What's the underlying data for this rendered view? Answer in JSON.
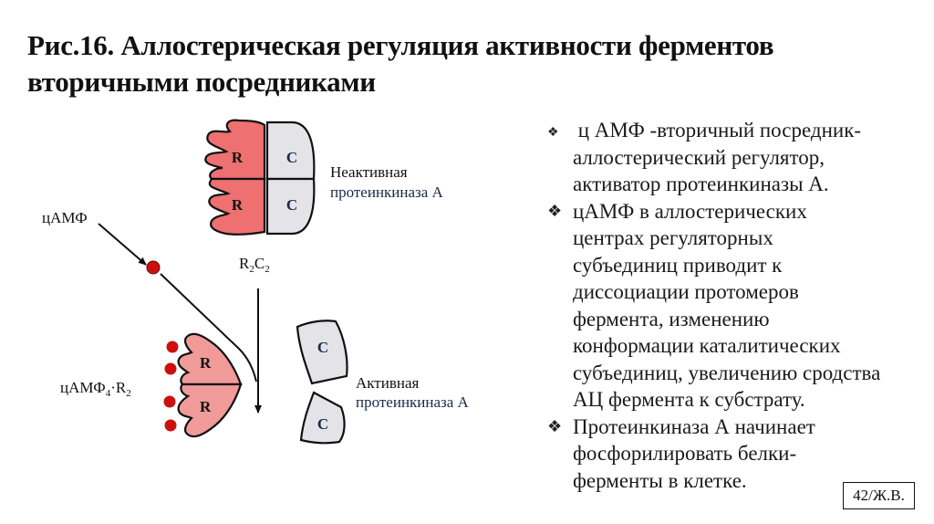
{
  "title": {
    "line1": "Рис.16. Аллостерическая регуляция активности ферментов",
    "line2": "вторичными посредниками"
  },
  "diagram": {
    "colors": {
      "regulatory": "#ee7070",
      "regulatory_active": "#f09a9a",
      "catalytic": "#e4e4e8",
      "camp_dot": "#cc1010",
      "label_dark": "#1a2a4a"
    },
    "subunit_r": "R",
    "subunit_c": "C",
    "inactive_label": {
      "line1": "Неактивная",
      "line2": "протеинкиназа А"
    },
    "active_label": {
      "line1": "Активная",
      "line2": "протеинкиназа А"
    },
    "camp_label": "цАМФ",
    "r2c2_label": {
      "base1": "R",
      "sub1": "2",
      "base2": "C",
      "sub2": "2"
    },
    "complex_label": {
      "base1": "цАМФ",
      "sub1": "4",
      "sep": "·",
      "base2": "R",
      "sub2": "2"
    }
  },
  "bullets": [
    {
      "icon": "diamond-bullet-icon",
      "lines": [
        " ц АМФ -вторичный посредник-",
        "аллостерический регулятор,",
        "активатор протеинкиназы А."
      ]
    },
    {
      "icon": "diamond-bullet-icon",
      "lines": [
        "цАМФ в аллостерических",
        "центрах регуляторных",
        "субъединиц приводит к",
        "диссоциации протомеров",
        "фермента, изменению",
        "конформации каталитических",
        "субъединиц, увеличению сродства",
        "АЦ фермента к субстрату."
      ]
    },
    {
      "icon": "diamond-bullet-icon",
      "lines": [
        "Протеинкиназа А начинает",
        "фосфорилировать белки-",
        "ферменты в клетке."
      ]
    }
  ],
  "page_ref": "42/Ж.В."
}
